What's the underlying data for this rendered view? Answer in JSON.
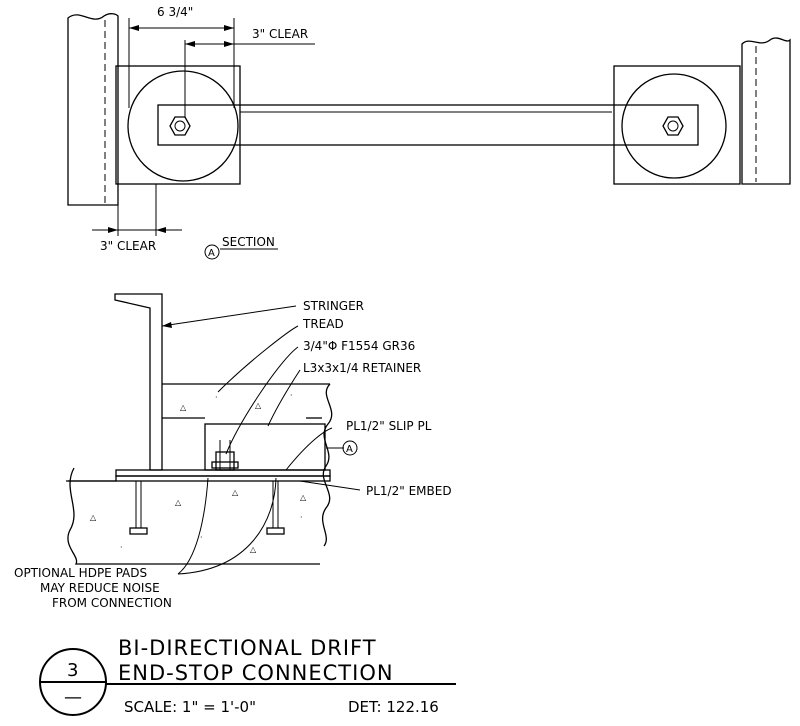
{
  "dimensions": {
    "overall": "6 3/4\"",
    "clear_top": "3\" CLEAR",
    "clear_bottom": "3\" CLEAR"
  },
  "section_marker": {
    "letter": "A",
    "label": "SECTION"
  },
  "callouts": {
    "stringer": "STRINGER",
    "tread": "TREAD",
    "bolt": "3/4\"Φ F1554 GR36",
    "retainer": "L3x3x1/4 RETAINER",
    "slip_plate": "PL1/2\" SLIP PL",
    "embed": "PL1/2\" EMBED",
    "section_ref": "A",
    "note_line1": "OPTIONAL HDPE PADS",
    "note_line2": "MAY REDUCE NOISE",
    "note_line3": "FROM CONNECTION"
  },
  "title_block": {
    "detail_number": "3",
    "sheet_number": "—",
    "title_line1": "BI-DIRECTIONAL DRIFT",
    "title_line2": "END-STOP CONNECTION",
    "scale": "SCALE: 1\" = 1'-0\"",
    "detail_ref": "DET: 122.16"
  }
}
